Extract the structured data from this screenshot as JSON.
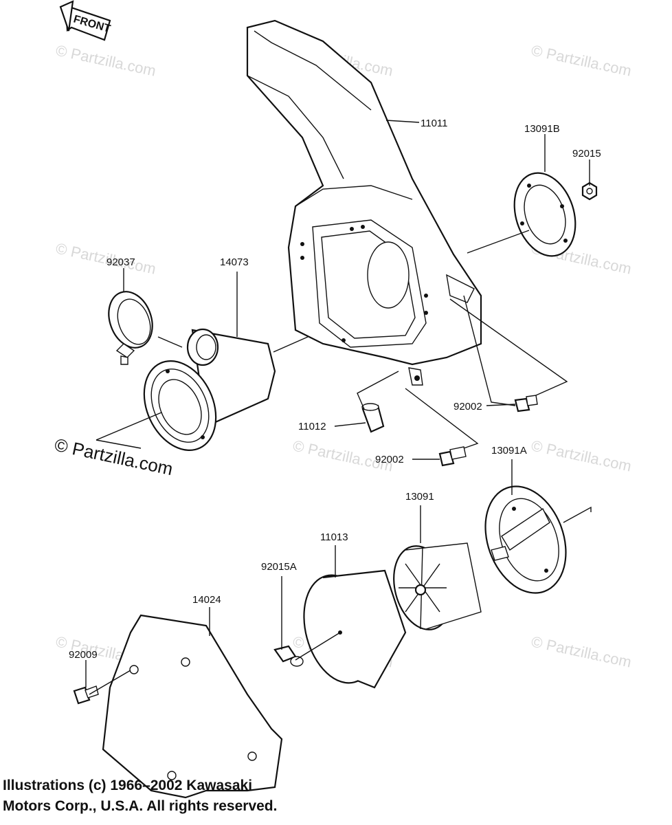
{
  "front_label": "FRONT",
  "parts": {
    "p11011": "11011",
    "p13091B": "13091B",
    "p92015": "92015",
    "p92037": "92037",
    "p14073": "14073",
    "p11012": "11012",
    "p92002_a": "92002",
    "p92002_b": "92002",
    "p13091A": "13091A",
    "p13091": "13091",
    "p11013": "11013",
    "p92015A": "92015A",
    "p14024": "14024",
    "p92009": "92009"
  },
  "watermark": {
    "small": "© Partzilla.com",
    "large": "© Partzilla.com"
  },
  "copyright": {
    "line1": "Illustrations (c) 1966–2002 Kawasaki",
    "line2": "Motors Corp., U.S.A.  All rights reserved."
  }
}
